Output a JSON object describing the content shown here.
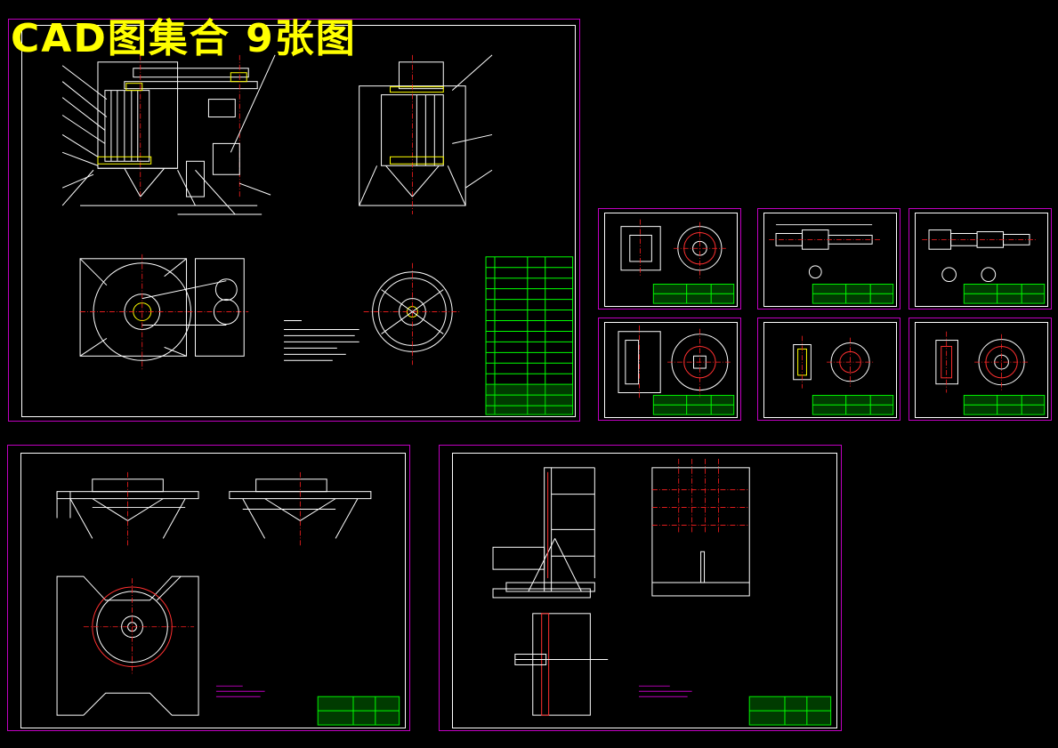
{
  "title": "CAD图集合  9张图",
  "colors": {
    "background": "#000000",
    "title": "#ffff00",
    "sheet_border": "#c000c0",
    "frame": "#ffffff",
    "title_block": "#00ff00",
    "center_line": "#ff2020",
    "note_text": "#ff40ff"
  },
  "sheets": [
    {
      "name": "main-assembly",
      "kind": "assembly drawing"
    },
    {
      "name": "part-sheet-1",
      "kind": "part drawing"
    },
    {
      "name": "part-sheet-2",
      "kind": "part drawing"
    },
    {
      "name": "part-sheet-3",
      "kind": "part drawing"
    },
    {
      "name": "part-sheet-4",
      "kind": "part drawing"
    },
    {
      "name": "part-sheet-5",
      "kind": "part drawing"
    },
    {
      "name": "part-sheet-6",
      "kind": "part drawing"
    },
    {
      "name": "bottom-left-sheet",
      "kind": "part drawing"
    },
    {
      "name": "bottom-right-sheet",
      "kind": "part drawing"
    }
  ]
}
